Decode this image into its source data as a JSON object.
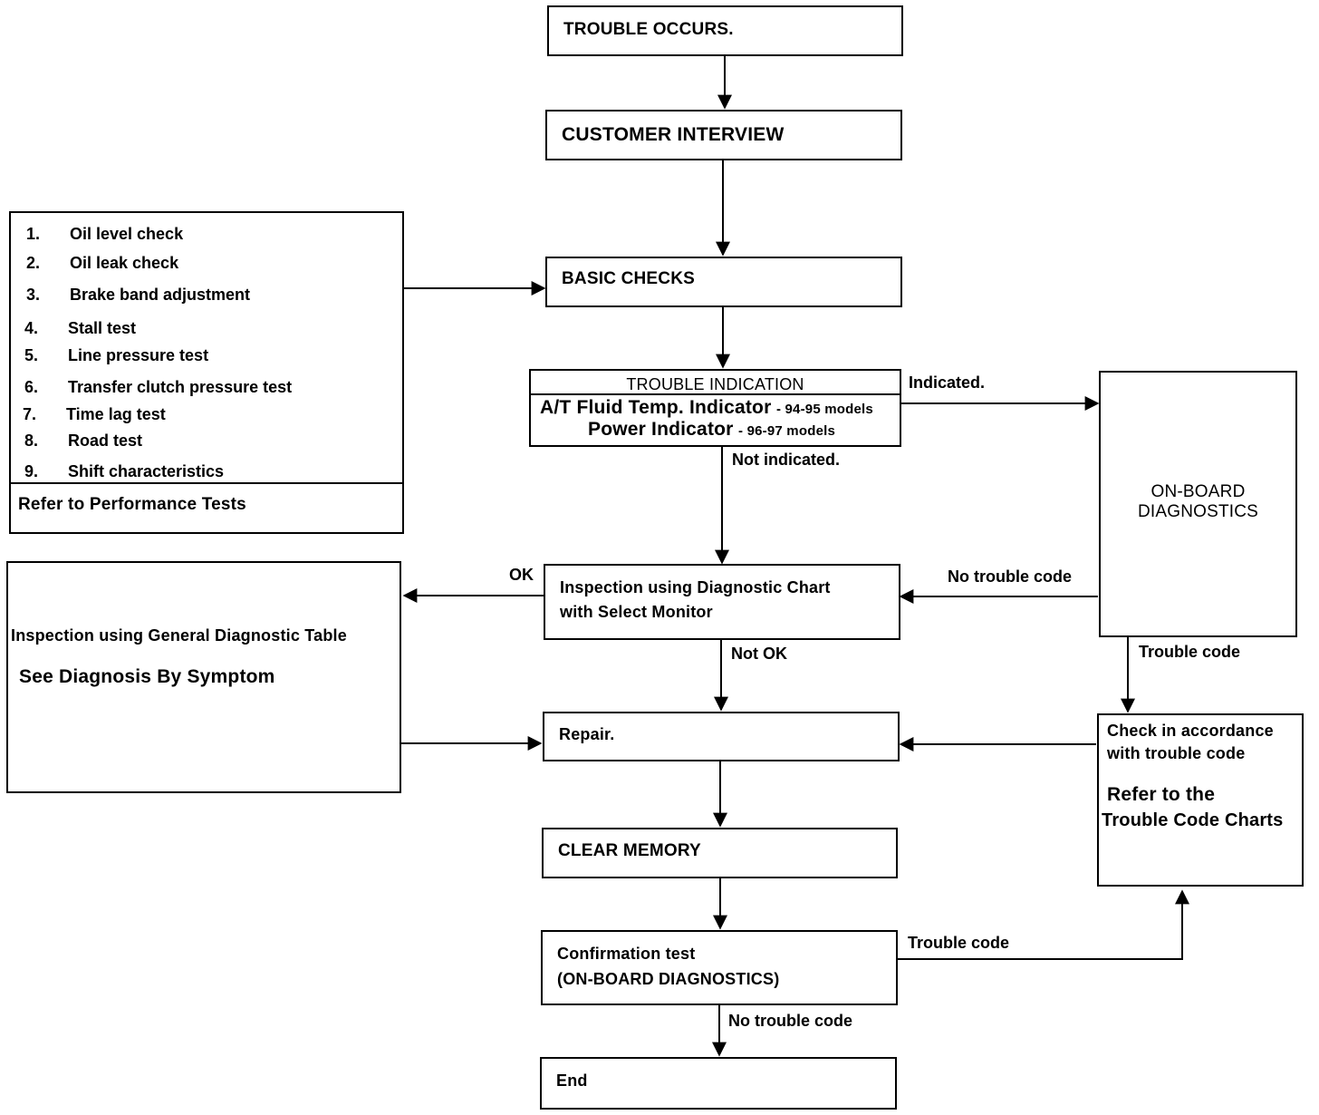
{
  "nodes": {
    "trouble_occurs": "TROUBLE OCCURS.",
    "customer_interview": "CUSTOMER INTERVIEW",
    "basic_checks": "BASIC CHECKS",
    "trouble_indication": {
      "title": "TROUBLE INDICATION",
      "line1_main": "A/T Fluid Temp. Indicator",
      "line1_models": "- 94-95 models",
      "line2_main": "Power Indicator",
      "line2_models": "- 96-97 models"
    },
    "checklist": {
      "items": [
        {
          "num": "1.",
          "text": "Oil level check"
        },
        {
          "num": "2.",
          "text": "Oil leak check"
        },
        {
          "num": "3.",
          "text": "Brake band adjustment"
        },
        {
          "num": "4.",
          "text": "Stall test"
        },
        {
          "num": "5.",
          "text": "Line pressure test"
        },
        {
          "num": "6.",
          "text": "Transfer clutch pressure test"
        },
        {
          "num": "7.",
          "text": "Time lag test"
        },
        {
          "num": "8.",
          "text": "Road test"
        },
        {
          "num": "9.",
          "text": "Shift characteristics"
        }
      ],
      "footer": "Refer to  Performance Tests"
    },
    "onboard_diagnostics": {
      "line1": "ON-BOARD",
      "line2": "DIAGNOSTICS"
    },
    "inspection_chart": {
      "line1": "Inspection using Diagnostic Chart",
      "line2": "with Select Monitor"
    },
    "general_table": {
      "line1": "Inspection using General Diagnostic Table",
      "line2": "See Diagnosis By Symptom"
    },
    "repair": "Repair.",
    "check_trouble_code": {
      "line1": "Check in accordance",
      "line2": "with  trouble code",
      "line3": "Refer to  the",
      "line4": "Trouble Code Charts"
    },
    "clear_memory": "CLEAR MEMORY",
    "confirmation": {
      "line1": "Confirmation test",
      "line2": "(ON-BOARD DIAGNOSTICS)"
    },
    "end": "End"
  },
  "edge_labels": {
    "indicated": "Indicated.",
    "not_indicated": "Not indicated.",
    "ok": "OK",
    "not_ok": "Not OK",
    "no_trouble_code_1": "No trouble code",
    "trouble_code_1": "Trouble code",
    "trouble_code_2": "Trouble code",
    "no_trouble_code_2": "No trouble code"
  },
  "colors": {
    "line": "#000000",
    "background": "#ffffff"
  }
}
